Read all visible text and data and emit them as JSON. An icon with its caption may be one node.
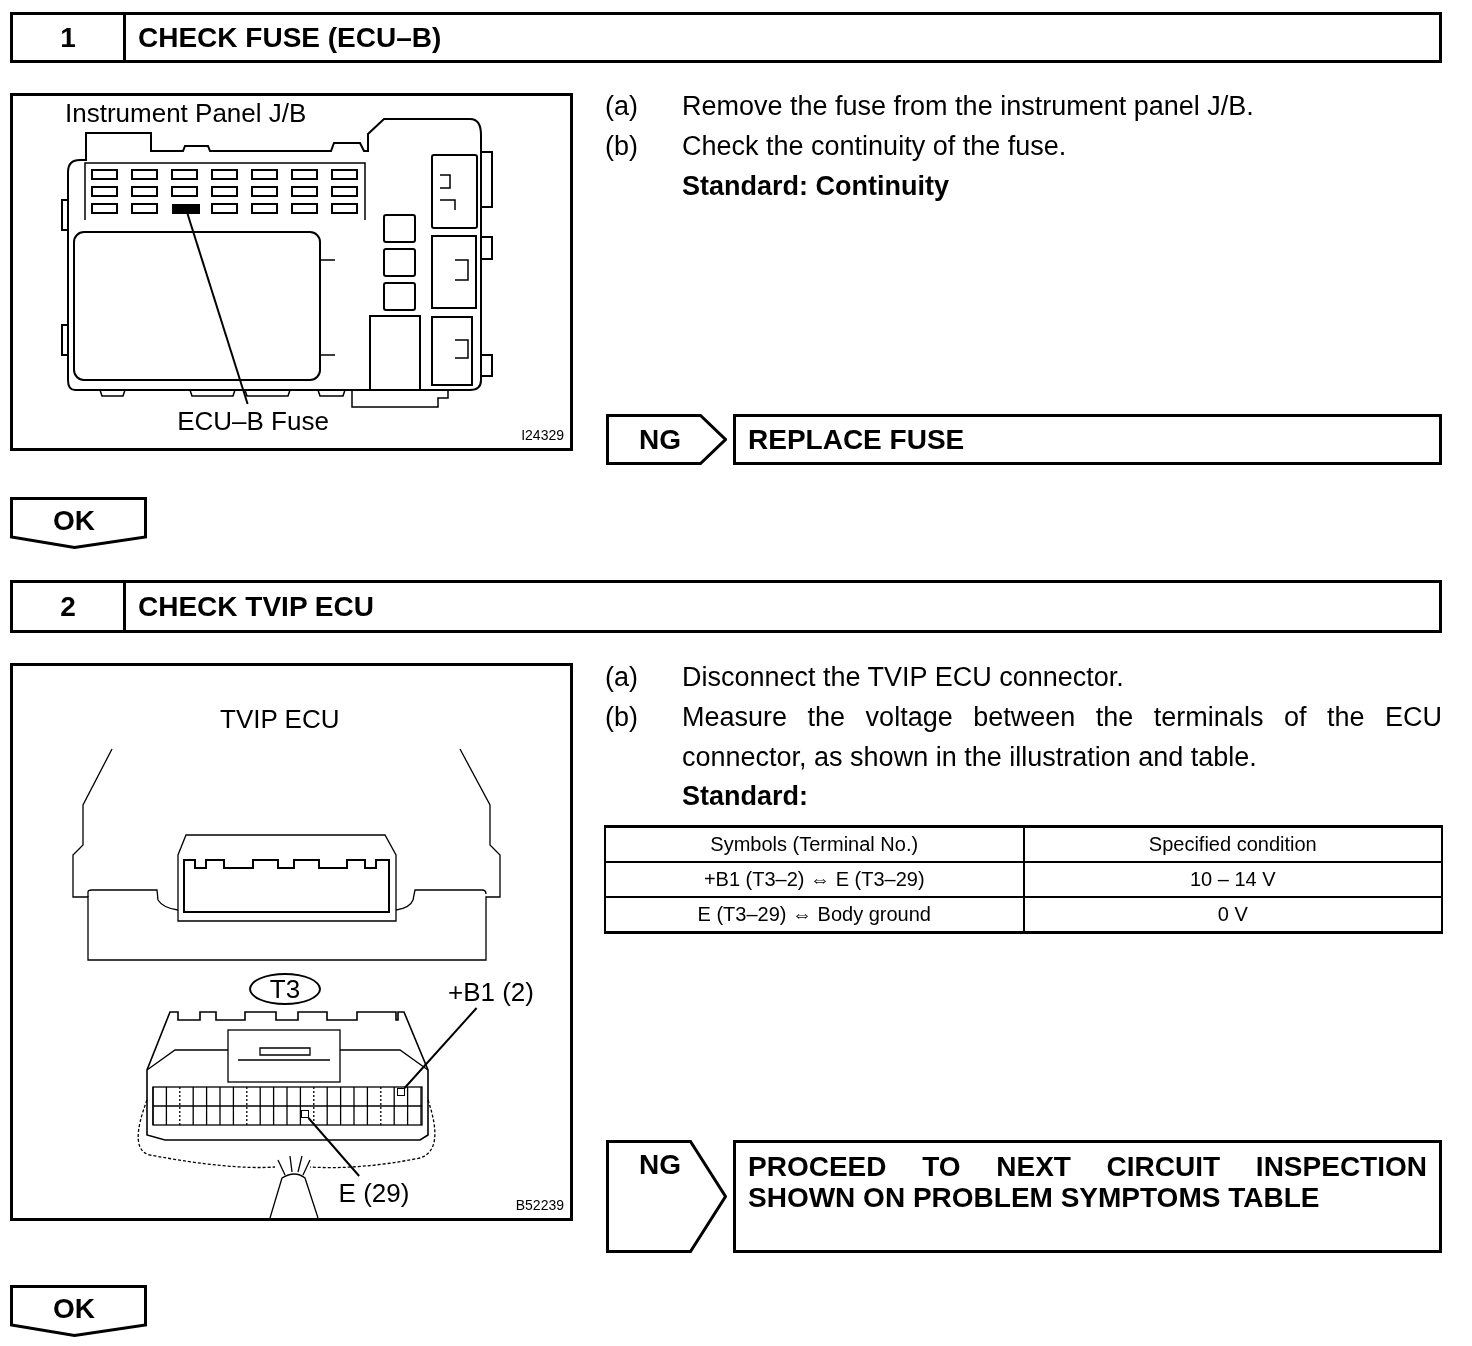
{
  "diagram": {
    "nodes": [
      {
        "text": [
          "1",
          "CHECK FUSE (ECU–B)"
        ]
      },
      {
        "text": [
          "Instrument Panel J/B",
          "I24329"
        ]
      },
      {
        "text": [],
        "shape": "box",
        "in": 1
      },
      {
        "text": [
          "ECU–B Fuse"
        ],
        "in": 1
      },
      {
        "text": [
          "NG"
        ]
      },
      {
        "text": [
          "REPLACE FUSE"
        ]
      },
      {
        "text": [
          "OK"
        ]
      },
      {
        "text": [
          "2",
          "CHECK TVIP ECU"
        ]
      },
      {
        "text": [
          "TVIP ECU",
          "B52239"
        ]
      },
      {
        "text": [
          "T3"
        ],
        "in": 8
      },
      {
        "text": [
          "+B1 (2)"
        ],
        "in": 8
      },
      {
        "text": [],
        "shape": "box",
        "in": 8
      },
      {
        "text": [
          "E (29)"
        ],
        "in": 8
      },
      {
        "text": [],
        "shape": "box",
        "in": 8
      },
      {
        "text": [
          "NG"
        ]
      },
      {
        "text": [
          "PROCEED TO NEXT CIRCUIT INSPECTION SHOWN ON PROBLEM SYMPTOMS TABLE"
        ]
      },
      {
        "text": [
          "OK"
        ]
      }
    ],
    "edges": [
      {
        "from": 3,
        "to": 2,
        "arrow": "none"
      },
      {
        "from": 10,
        "to": 11,
        "arrow": "none"
      },
      {
        "from": 12,
        "to": 13,
        "arrow": "none"
      }
    ],
    "labels": [
      "(a)",
      "Remove the fuse from the instrument panel J/B.",
      "(b)",
      "Check the continuity of the fuse.",
      "Standard: Continuity",
      "(a)",
      "Disconnect the TVIP ECU connector.",
      "(b)",
      "Measure the voltage between the terminals of the ECU connector, as shown in the illustration and table.",
      "Standard:",
      "Symbols (Terminal No.)",
      "Specified condition",
      "+B1 (T3–2) ⇔ E (T3–29)",
      "10 – 14 V",
      "E (T3–29) ⇔ Body ground",
      "0 V"
    ]
  }
}
